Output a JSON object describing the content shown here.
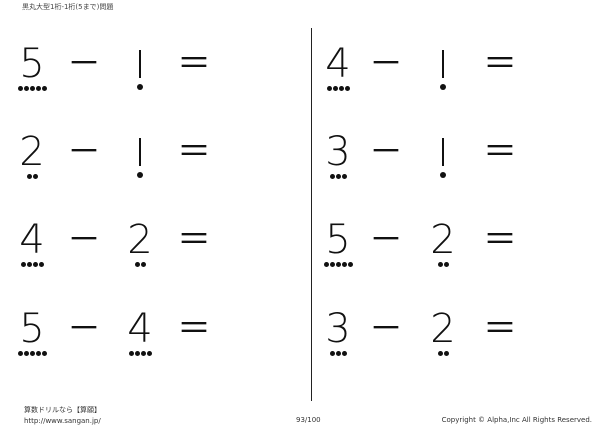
{
  "header": {
    "title": "黒丸大型1桁-1桁(5まで)問題"
  },
  "operators": {
    "minus": "－",
    "equals": "＝"
  },
  "problems": [
    {
      "a": "5",
      "a_dots": 5,
      "b": "1",
      "b_dots": 1
    },
    {
      "a": "4",
      "a_dots": 4,
      "b": "1",
      "b_dots": 1
    },
    {
      "a": "2",
      "a_dots": 2,
      "b": "1",
      "b_dots": 1
    },
    {
      "a": "3",
      "a_dots": 3,
      "b": "1",
      "b_dots": 1
    },
    {
      "a": "4",
      "a_dots": 4,
      "b": "2",
      "b_dots": 2
    },
    {
      "a": "5",
      "a_dots": 5,
      "b": "2",
      "b_dots": 2
    },
    {
      "a": "5",
      "a_dots": 5,
      "b": "4",
      "b_dots": 4
    },
    {
      "a": "3",
      "a_dots": 3,
      "b": "2",
      "b_dots": 2
    }
  ],
  "footer": {
    "site_name": "算数ドリルなら【算願】",
    "url": "http://www.sangan.jp/",
    "page": "93/100",
    "copyright": "Copyright © Alpha,Inc All Rights Reserved."
  }
}
